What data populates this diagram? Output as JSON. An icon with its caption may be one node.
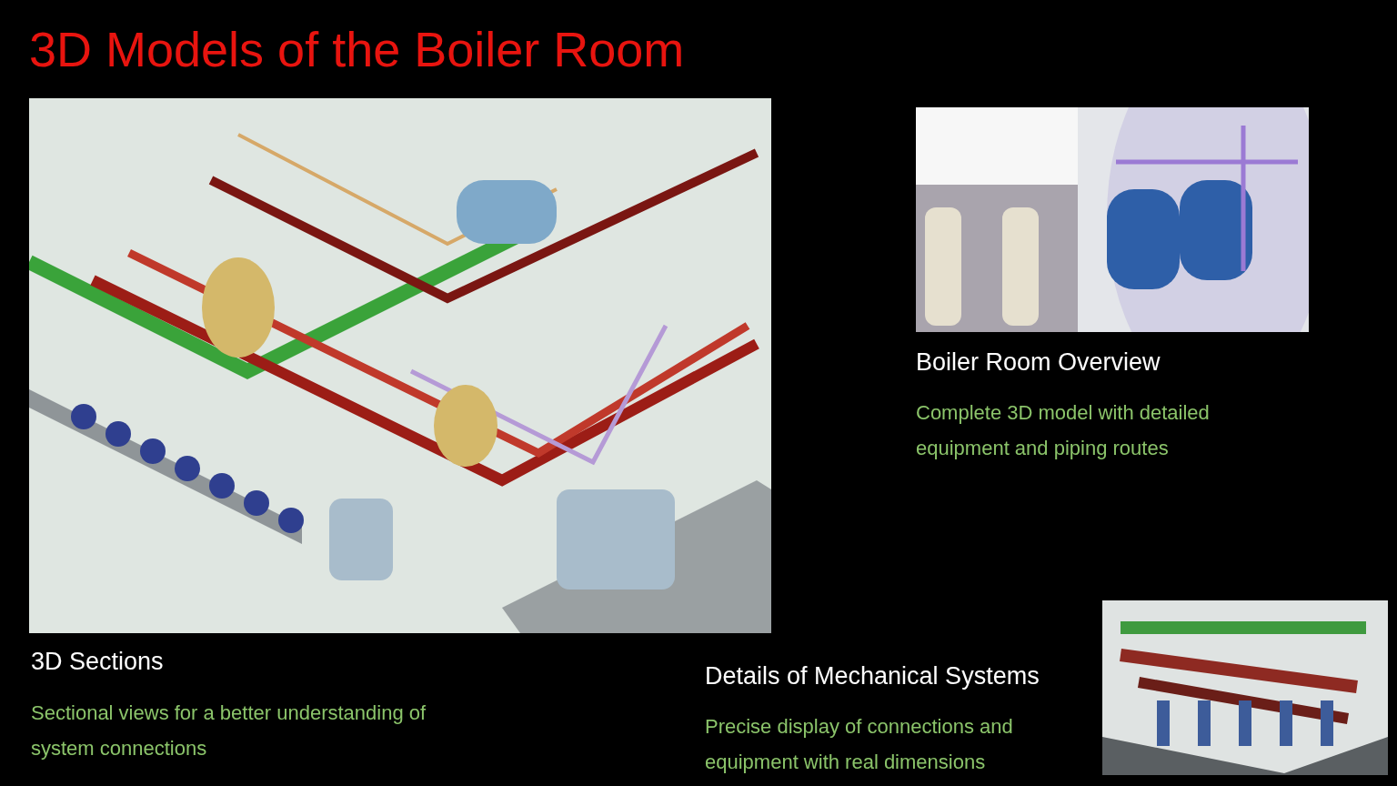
{
  "diagram": {
    "title": "3D Models of the Boiler Room",
    "labels": [
      "Boiler Room Overview",
      "Complete 3D model with detailed equipment and piping routes",
      "3D Sections",
      "Sectional views for a better understanding of system connections",
      "Details of Mechanical Systems",
      "Precise display of connections and equipment with real dimensions"
    ]
  }
}
